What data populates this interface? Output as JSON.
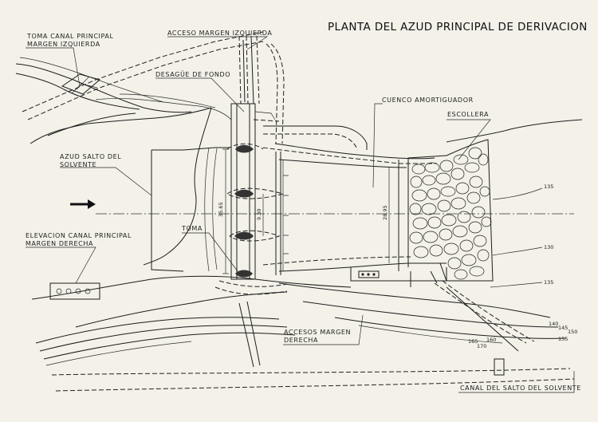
{
  "title": "PLANTA DEL AZUD PRINCIPAL DE DERIVACION",
  "labels": {
    "toma_canal_izq_1": "TOMA CANAL PRINCIPAL",
    "toma_canal_izq_2": "MARGEN IZQUIERDA",
    "acceso_izq": "ACCESO MARGEN IZQUIERDA",
    "desague": "DESAGÜE DE FONDO",
    "cuenco": "CUENCO AMORTIGUADOR",
    "escollera": "ESCOLLERA",
    "azud_1": "AZUD SALTO DEL",
    "azud_2": "SOLVENTE",
    "elevacion_1": "ELEVACION CANAL PRINCIPAL",
    "elevacion_2": "MARGEN DERECHA",
    "toma": "TOMA",
    "accesos_der_1": "ACCESOS MARGEN",
    "accesos_der_2": "DERECHA",
    "canal_salto": "CANAL DEL SALTO DEL SOLVENTE"
  },
  "dimensions": {
    "d1": "35.65",
    "d2": "9.30",
    "d3": "28.95"
  },
  "contours": {
    "c135_top": "135",
    "c130": "130",
    "c135_bot": "135",
    "c140": "140",
    "c145": "145",
    "c150": "150",
    "c155": "155",
    "c165": "165",
    "c170": "170",
    "c160": "160"
  }
}
